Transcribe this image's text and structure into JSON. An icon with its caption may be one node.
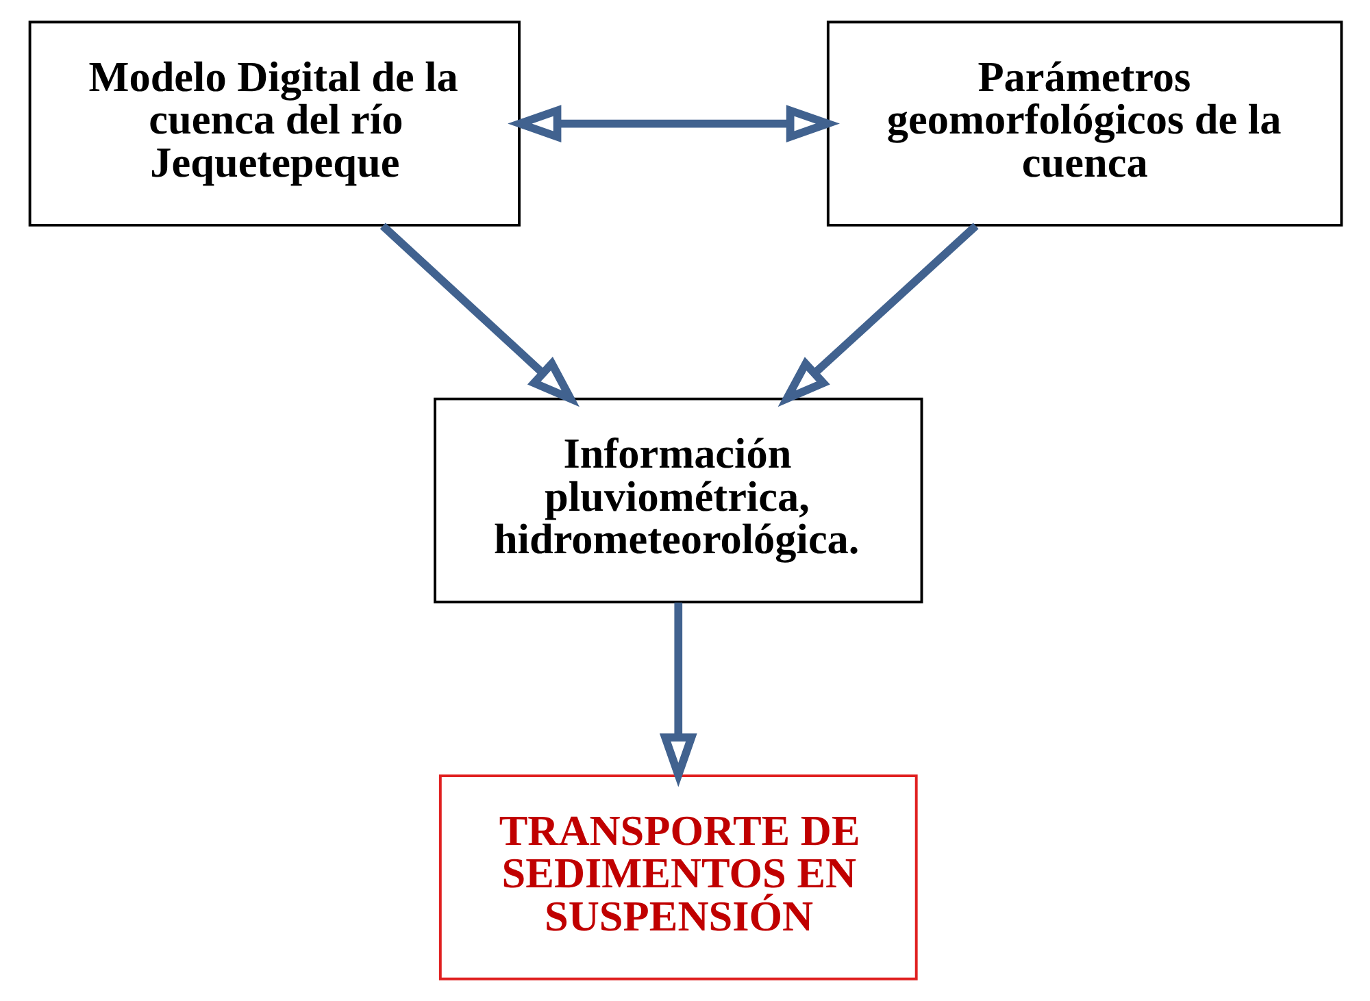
{
  "diagram": {
    "nodes": [
      {
        "text": [
          "Modelo Digital de la cuenca del río Jequetepeque"
        ]
      },
      {
        "text": [
          "Parámetros geomorfológicos de la cuenca"
        ]
      },
      {
        "text": [
          "Información pluviométrica, hidrometeorológica."
        ]
      },
      {
        "text": [
          "TRANSPORTE DE SEDIMENTOS EN SUSPENSIÓN"
        ]
      }
    ],
    "edges": [
      {
        "from": 0,
        "to": 1,
        "arrow": "both"
      },
      {
        "from": 0,
        "to": 2,
        "arrow": "to"
      },
      {
        "from": 1,
        "to": 2,
        "arrow": "to"
      },
      {
        "from": 2,
        "to": 3,
        "arrow": "to"
      }
    ]
  }
}
